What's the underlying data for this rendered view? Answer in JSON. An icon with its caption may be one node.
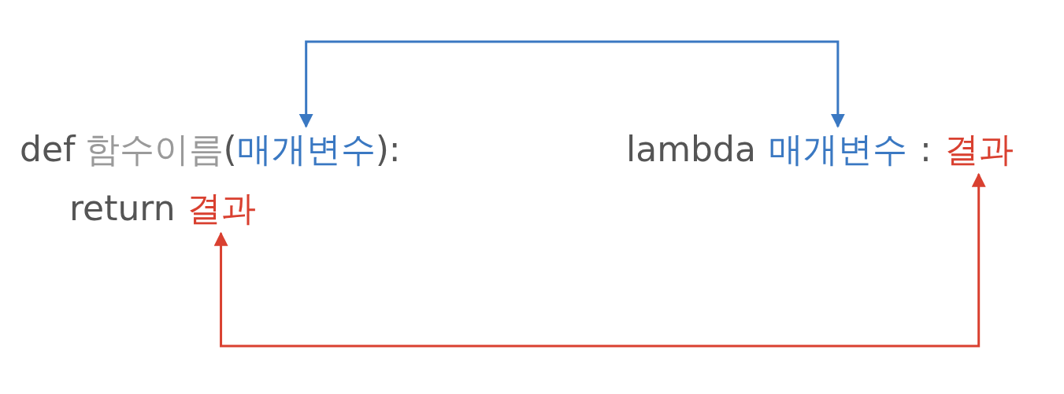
{
  "diagram": {
    "nodes": [
      {
        "text": [
          "매개변수"
        ]
      },
      {
        "text": [
          "매개변수"
        ]
      },
      {
        "text": [
          "결과"
        ]
      },
      {
        "text": [
          "결과"
        ]
      }
    ],
    "edges": [
      {
        "from": 0,
        "to": 1,
        "arrow": "both",
        "color": "#3a78c2"
      },
      {
        "from": 3,
        "to": 2,
        "arrow": "both",
        "color": "#d94030"
      }
    ],
    "labels": [
      "def",
      "함수이름",
      "(",
      "):",
      "lambda",
      ":",
      "return"
    ]
  }
}
